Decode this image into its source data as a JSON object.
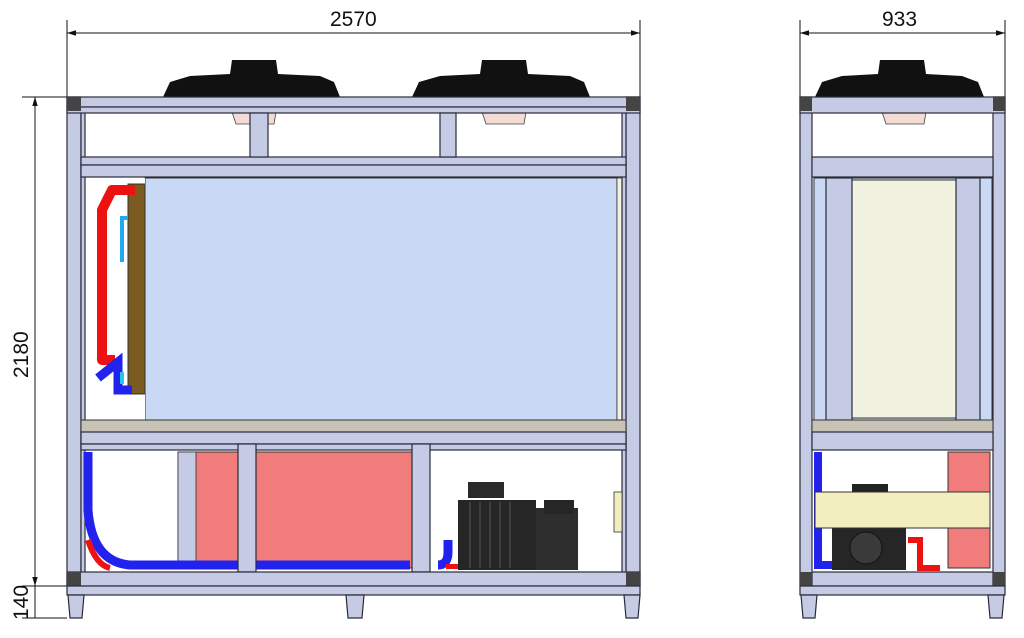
{
  "drawing": {
    "front_view": {
      "width_dimension": "2570",
      "height_dimension": "2180",
      "base_dimension": "140"
    },
    "side_view": {
      "width_dimension": "933"
    }
  },
  "colors": {
    "frame": "#c5cbe4",
    "panel_blue": "#c9d8f4",
    "panel_red": "#f07c7c",
    "panel_yellow": "#f1f3e0",
    "pipe_red": "#ee1111",
    "pipe_blue": "#2222ee",
    "compressor": "#262626"
  }
}
